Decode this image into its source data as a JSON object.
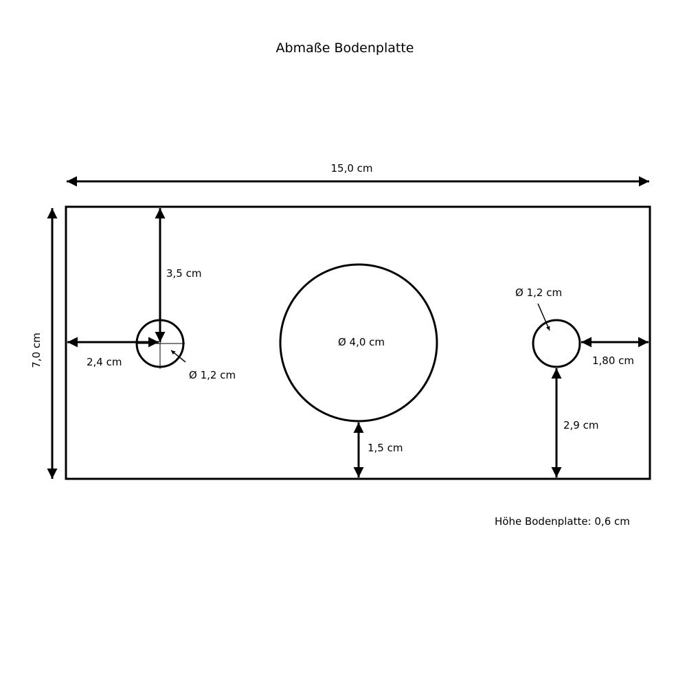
{
  "title": "Abmaße Bodenplatte",
  "dimensions": {
    "width": "15,0 cm",
    "height": "7,0 cm",
    "left_hole_top": "3,5 cm",
    "left_hole_left": "2,4 cm",
    "left_hole_diameter": "Ø 1,2 cm",
    "center_hole_diameter": "Ø 4,0 cm",
    "center_hole_bottom": "1,5 cm",
    "right_hole_diameter": "Ø 1,2 cm",
    "right_hole_right": "1,80 cm",
    "right_hole_bottom": "2,9 cm"
  },
  "note": "Höhe Bodenplatte: 0,6 cm",
  "colors": {
    "line": "#000000",
    "background": "#ffffff"
  }
}
